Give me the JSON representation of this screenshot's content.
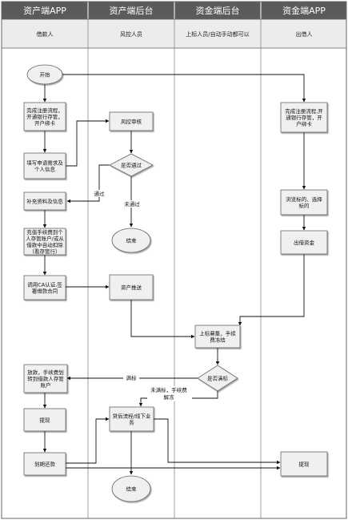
{
  "lanes": [
    {
      "title": "资产端APP",
      "role": "借款人"
    },
    {
      "title": "资产端后台",
      "role": "风控人员"
    },
    {
      "title": "资金端后台",
      "role": "上标人员/自动手动都可以"
    },
    {
      "title": "资金端APP",
      "role": "出借人"
    }
  ],
  "nodes": {
    "start": [
      "开始"
    ],
    "register_left": [
      "完成注册流程，",
      "开通银行存管，",
      "开户绑卡"
    ],
    "apply": [
      "填写申请需求及",
      "个人信息"
    ],
    "risk_review": [
      "风控审核"
    ],
    "passed_q": [
      "是否通过"
    ],
    "supplement": [
      "补充资料及信息"
    ],
    "end_reject": [
      "结束"
    ],
    "recharge": [
      "充值手续费到个",
      "人存管账户/或从",
      "借款中自动扣除",
      "（看存管行）"
    ],
    "ca_sign": [
      "调用CA认证,签",
      "署借款合同"
    ],
    "asset_push": [
      "资产推送"
    ],
    "list_raise": [
      "上标募集，手续",
      "费冻结"
    ],
    "full_q": [
      "是否满标"
    ],
    "lend_transfer": [
      "放款，手续费划",
      "转到借款人存管",
      "账户"
    ],
    "withdraw_left": [
      "提现"
    ],
    "due_repay": [
      "到期还款"
    ],
    "post_loan": [
      "贷后流程/线下业",
      "务"
    ],
    "end_final": [
      "结束"
    ],
    "register_right": [
      "完成注册流程,开",
      "通银行存管，开",
      "户绑卡"
    ],
    "browse_select": [
      "浏览标的、选择",
      "标的"
    ],
    "invest": [
      "出借资金"
    ],
    "withdraw_right": [
      "提现"
    ]
  },
  "edge_labels": {
    "passed": "通过",
    "not_passed": "未通过",
    "full": "满标",
    "not_full": [
      "未满标，手续费",
      "解冻"
    ]
  },
  "colors": {
    "header_bg": "#5b5b5b",
    "role_bg": "#ececec",
    "node_fill": "#f0f0f0",
    "border": "#666666",
    "edge": "#111111"
  }
}
